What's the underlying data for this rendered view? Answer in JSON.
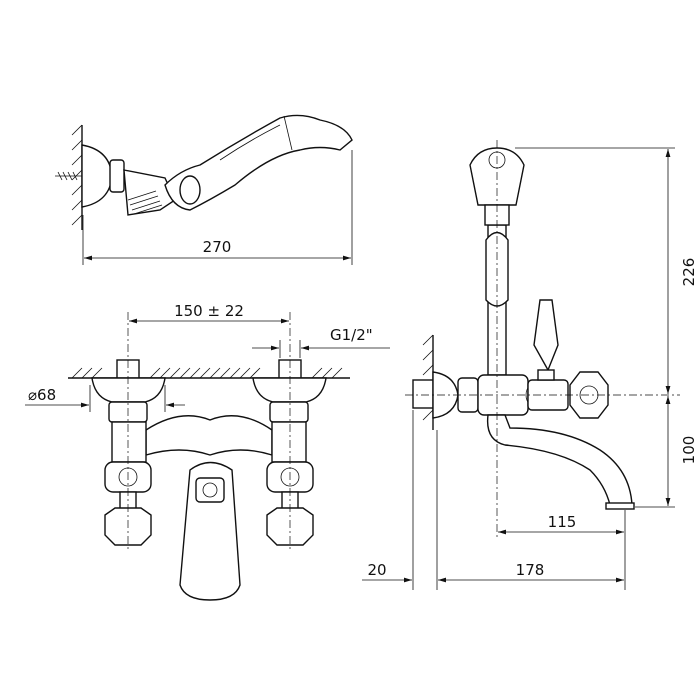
{
  "title": "Bath mixer technical drawing",
  "views": [
    "hand-shower",
    "front-view",
    "side-view"
  ],
  "dimensions": {
    "hand_shower_length": "270",
    "inlet_spacing": "150 ± 22",
    "inlet_thread": "G1/2\"",
    "flange_diameter": "⌀68",
    "height_total": "226",
    "spout_height": "100",
    "spout_reach": "115",
    "wall_offset": "20",
    "total_depth": "178"
  },
  "colors": {
    "line": "#111111",
    "background": "#ffffff"
  }
}
